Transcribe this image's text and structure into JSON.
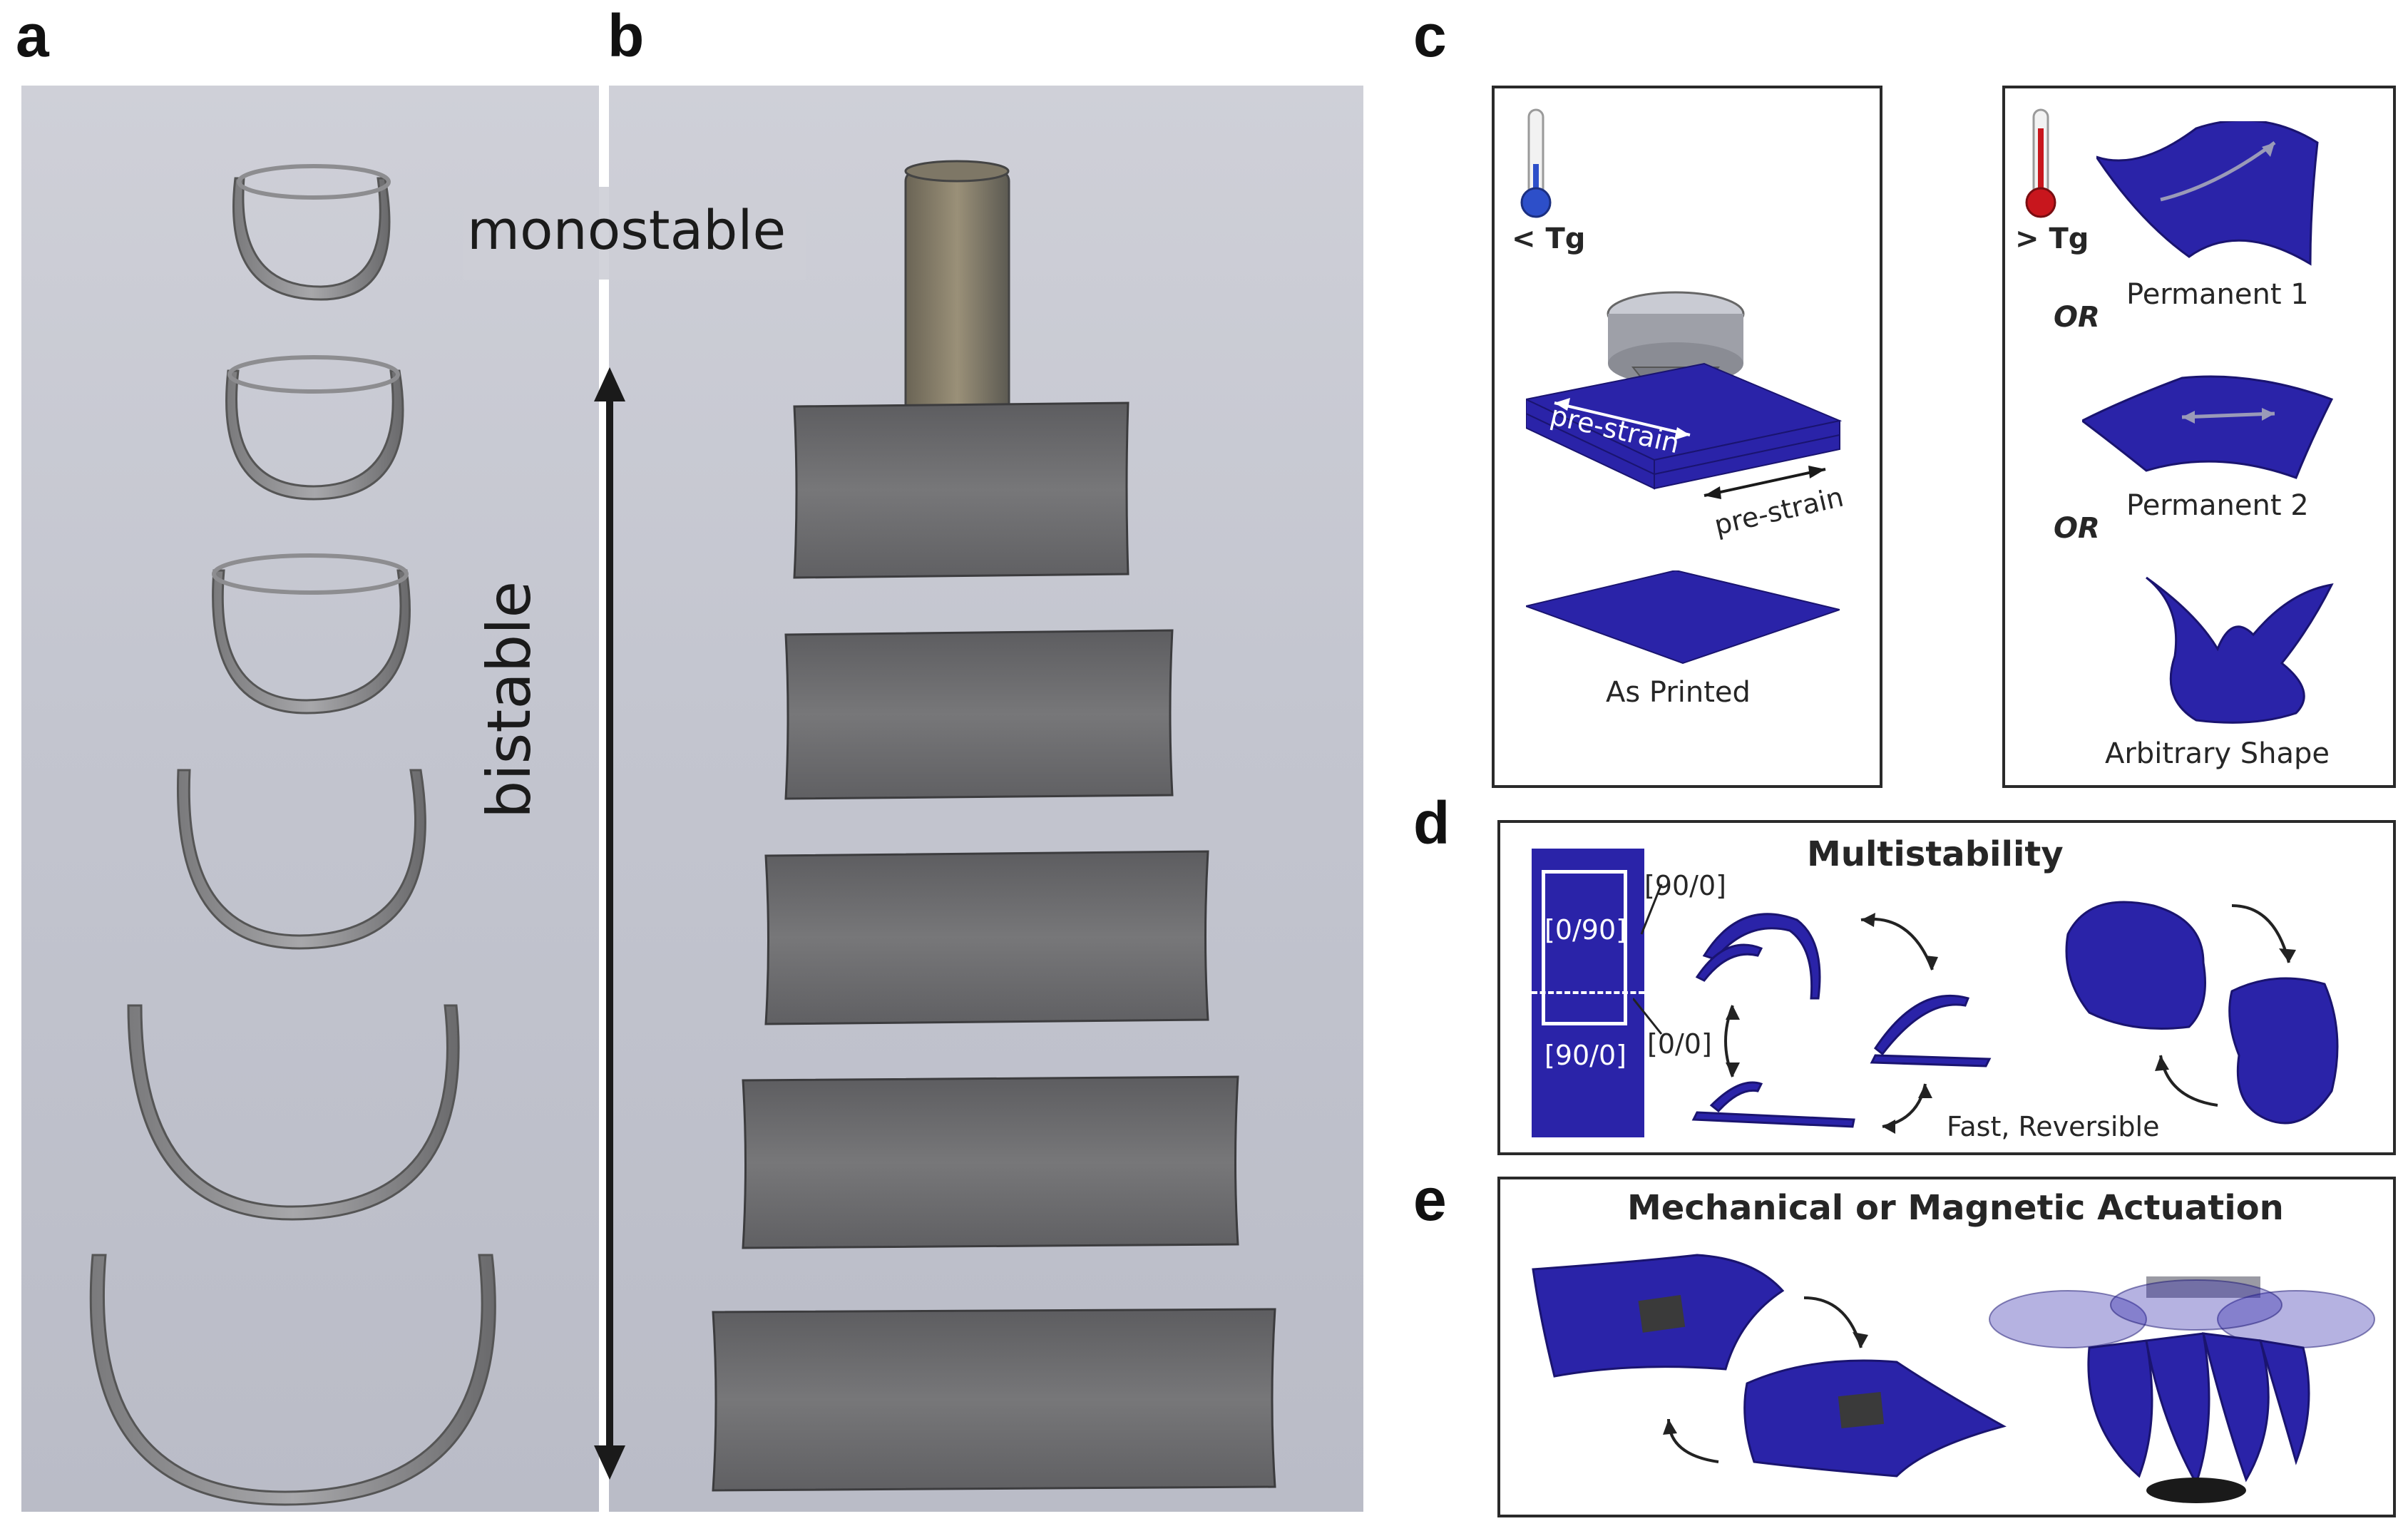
{
  "panels": {
    "a": {
      "letter": "a"
    },
    "b": {
      "letter": "b",
      "monostable_label": "monostable",
      "bistable_label": "bistable"
    },
    "c": {
      "letter": "c",
      "below_tg": "< Tg",
      "above_tg": "> Tg",
      "prestrain_1": "pre-strain",
      "prestrain_2": "pre-strain",
      "as_printed": "As Printed",
      "permanent_1": "Permanent 1",
      "permanent_2": "Permanent 2",
      "or_1": "OR",
      "or_2": "OR",
      "arbitrary": "Arbitrary Shape"
    },
    "d": {
      "letter": "d",
      "title": "Multistability",
      "layer_90_0_top": "[90/0]",
      "layer_0_90": "[0/90]",
      "layer_0_0": "[0/0]",
      "layer_90_0_bottom": "[90/0]",
      "fast_reversible": "Fast, Reversible"
    },
    "e": {
      "letter": "e",
      "title": "Mechanical or Magnetic Actuation"
    }
  },
  "colors": {
    "polymer_blue": "#2a23a8",
    "photo_gray": "#c6c8d1",
    "metal": "#6e6e70",
    "thermo_blue": "#2d4fc9",
    "thermo_red": "#c8161d"
  }
}
